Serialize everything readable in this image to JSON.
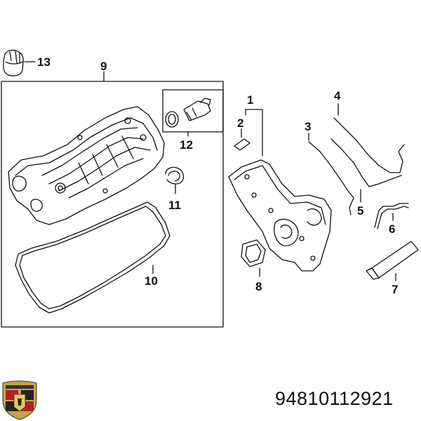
{
  "callouts": {
    "c1": "1",
    "c2": "2",
    "c3": "3",
    "c4": "4",
    "c5": "5",
    "c6": "6",
    "c7": "7",
    "c8": "8",
    "c9": "9",
    "c10": "10",
    "c11": "11",
    "c12": "12",
    "c13": "13"
  },
  "part_number": "94810112921",
  "logo": {
    "name": "porsche-crest"
  },
  "colors": {
    "line": "#111111",
    "background": "#ffffff"
  }
}
